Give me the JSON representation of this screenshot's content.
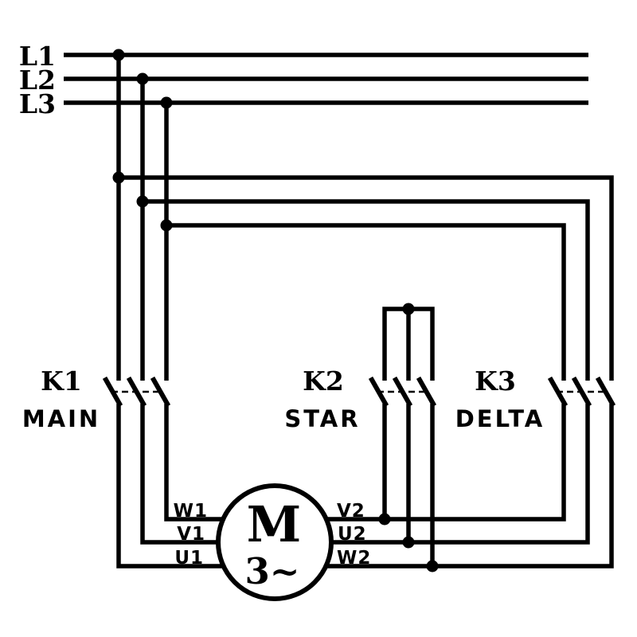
{
  "colors": {
    "line": "#000000",
    "background": "#ffffff"
  },
  "power_lines": [
    {
      "label": "L1"
    },
    {
      "label": "L2"
    },
    {
      "label": "L3"
    }
  ],
  "contactors": [
    {
      "id": "K1",
      "name": "MAIN"
    },
    {
      "id": "K2",
      "name": "STAR"
    },
    {
      "id": "K3",
      "name": "DELTA"
    }
  ],
  "motor": {
    "symbol": "M",
    "phase": "3~",
    "left_terminals": [
      "W1",
      "V1",
      "U1"
    ],
    "right_terminals": [
      "V2",
      "U2",
      "W2"
    ]
  }
}
